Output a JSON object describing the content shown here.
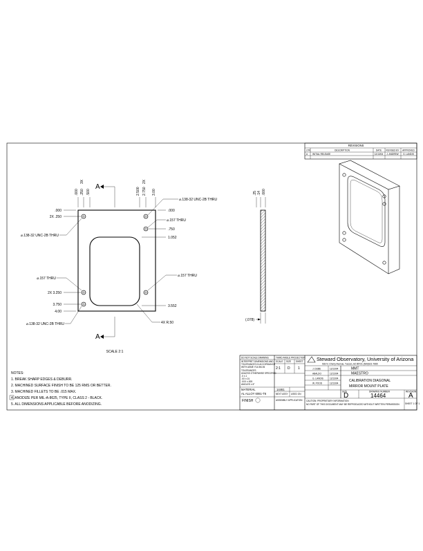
{
  "revisions": {
    "title": "REVISIONS",
    "headers": [
      "LTR",
      "DESCRIPTION",
      "DATE",
      "REVISED BY",
      "APPROVED"
    ],
    "row": [
      "A",
      "INITIAL RELEASE",
      "12/13/04",
      "J. ANDREW",
      "G. LANDIS"
    ]
  },
  "front_view": {
    "section_letter_top": "A",
    "section_letter_bottom": "A",
    "top_dims": [
      ".000",
      ".250",
      ".500",
      "2.500",
      "2.750",
      "3.00"
    ],
    "top_dim_prefixes": [
      "3X",
      "2X"
    ],
    "right_dims": [
      ".000",
      ".750",
      "1.052",
      "3.552"
    ],
    "left_dims": [
      ".000",
      "3.250",
      "3.750",
      "4.00"
    ],
    "left_dim_prefixes": [
      "2X",
      "2X"
    ],
    "callouts": {
      "tap_thru_top_right": "⌀.138-32 UNC-2B THRU",
      "hole_thru_right": "⌀.157 THRU",
      "tap_thru_left": "⌀.138-32 UNC-2B THRU",
      "hole_thru_left": "⌀.157 THRU",
      "hole_thru_right_lower": "⌀.157 THRU",
      "tap_thru_bottom_left": "⌀.138-32 UNC-2B THRU",
      "corner_radius": "4X R.50"
    },
    "scale": "SCALE 2:1"
  },
  "side_view": {
    "dims": [
      ".25",
      ".14",
      ".000"
    ],
    "thickness": "(.078)"
  },
  "notes": {
    "heading": "NOTES:",
    "items": [
      "1. BREAK SHARP EDGES & DEBURR.",
      "2. MACHINED SURFACE FINISH TO BE 125 RMS OR BETTER.",
      "3. MACHINED FILLETS TO BE .015 MAX.",
      "4. ANODIZE PER MIL-A-8625, TYPE II, CLASS 2 - BLACK.",
      "5. ALL DIMENSIONS APPLICABLE BEFORE ANODIZING."
    ]
  },
  "title_block": {
    "org": "Steward Observatory, University of Arizona",
    "address": "933 N. Cherry Avenue, Tucson, AZ  85721    (520)621-7665",
    "project": "MMT",
    "subproject": "MAESTRO",
    "title_line1": "CALIBRATION DIAGONAL",
    "title_line2": "MIRROR MOUNT PLATE",
    "drawn_by": "J. DUBE",
    "drawn_date": "12/13/04",
    "checked_by": "ABALDO",
    "checked_date": "12/13/04",
    "engineer": "G. LANDIS",
    "engineer_date": "12/13/04",
    "approved": "W. POOD",
    "approved_date": "12/13/04",
    "size_label": "SIZE",
    "size": "D",
    "dwg_no_label": "DRAWING NUMBER",
    "dwg_no": "14464",
    "rev_label": "REVISION",
    "rev": "A",
    "sheet": "SHEET 1 OF 1",
    "material_label": "MATERIAL",
    "material": "AL ALLOY 6061-T6",
    "finish_label": "FINISH",
    "next_assy_label": "NEXT ASSY",
    "used_on_label": "USED ON",
    "applic_label": "ASSEMBLY APPLICATION",
    "next_assy": "14461",
    "tol_header": "DO NOT SCALE DRAWING",
    "tol_lines": [
      "INTERPRET DIMENSIONS AND",
      "TOLERANCES IN ACCORDANCE",
      "WITH ASME Y14.5M-94"
    ],
    "tol_values": [
      "TOLERANCES",
      "UNLESS OTHERWISE SPECIFIED",
      ".X ±.1",
      ".XX ±.01",
      ".XXX ±.005",
      "ANGLES ±.5°"
    ],
    "proj_header": "THIRD ANGLE PROJECTION",
    "code_labels": [
      "SCALE",
      "SIZE",
      "SHEET"
    ],
    "code_values": [
      "2:1",
      "D",
      "1"
    ],
    "footer1": "CAUTION: PROPRIETARY INFORMATION",
    "footer2": "NO PART OF THIS DOCUMENT MAY BE REPRODUCED WITHOUT WRITTEN PERMISSION"
  }
}
